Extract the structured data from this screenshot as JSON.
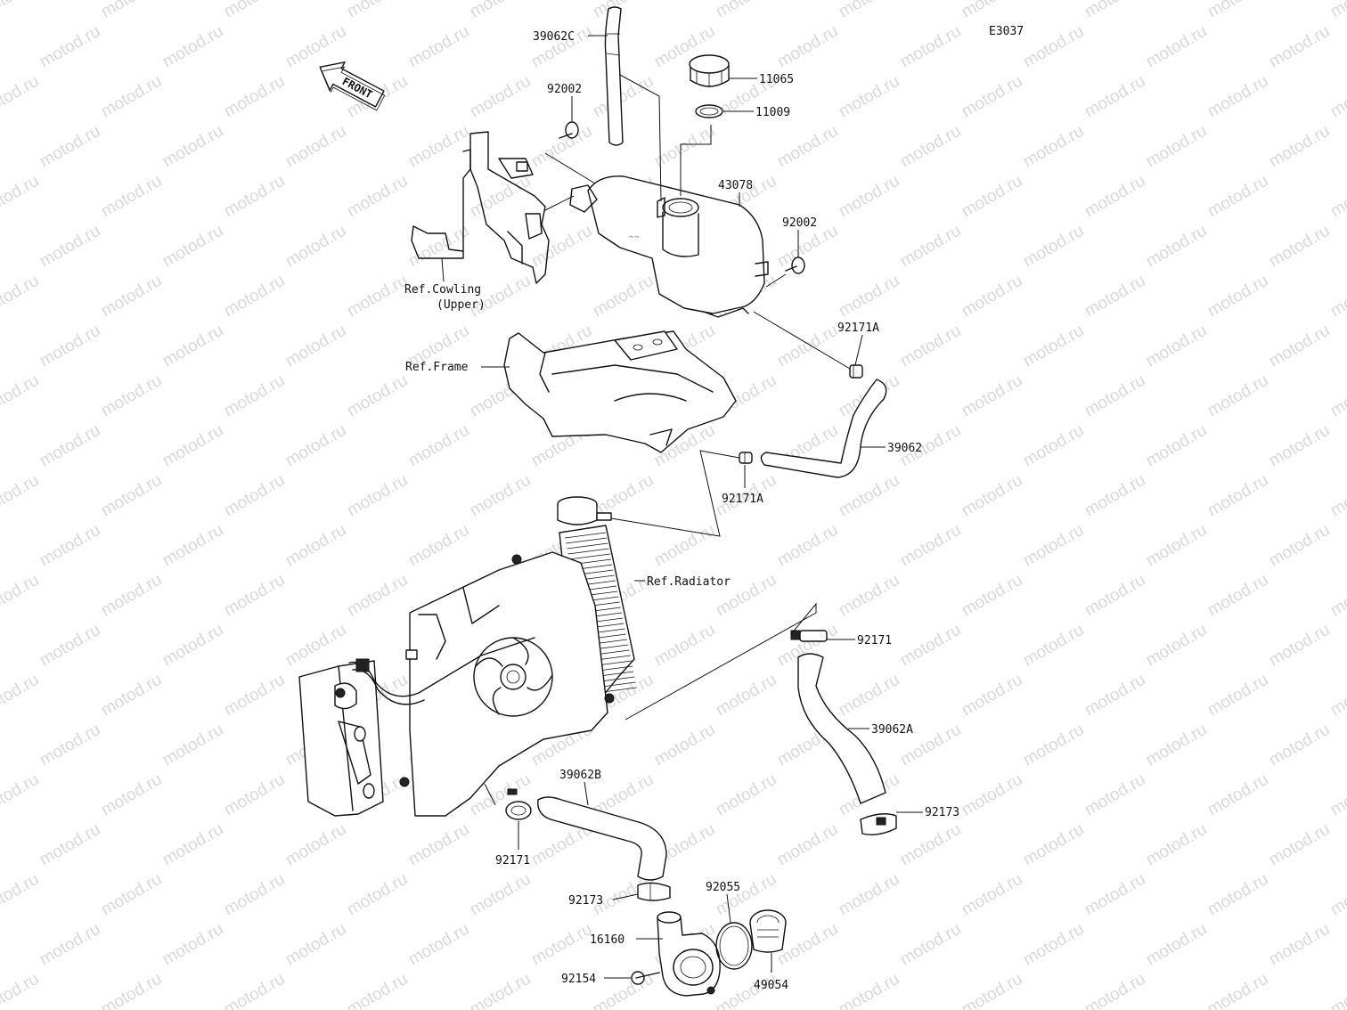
{
  "diagram_code": "E3037",
  "watermark_text": "motod.ru",
  "direction_marker": "FRONT",
  "references": {
    "cowling_line1": "Ref.Cowling",
    "cowling_line2": "(Upper)",
    "frame": "Ref.Frame",
    "radiator": "Ref.Radiator"
  },
  "part_labels": {
    "p39062C": "39062C",
    "p92002_top": "92002",
    "p11065": "11065",
    "p11009": "11009",
    "p43078": "43078",
    "p92002_right": "92002",
    "p92171A_top": "92171A",
    "p39062": "39062",
    "p92171A_mid": "92171A",
    "p92171_right": "92171",
    "p39062A": "39062A",
    "p92173_right": "92173",
    "p39062B": "39062B",
    "p92171_left": "92171",
    "p92173_bottom": "92173",
    "p92055": "92055",
    "p16160": "16160",
    "p92154": "92154",
    "p49054": "49054"
  },
  "colors": {
    "line": "#111111",
    "watermark": "#d9d9d9",
    "background": "#ffffff"
  }
}
